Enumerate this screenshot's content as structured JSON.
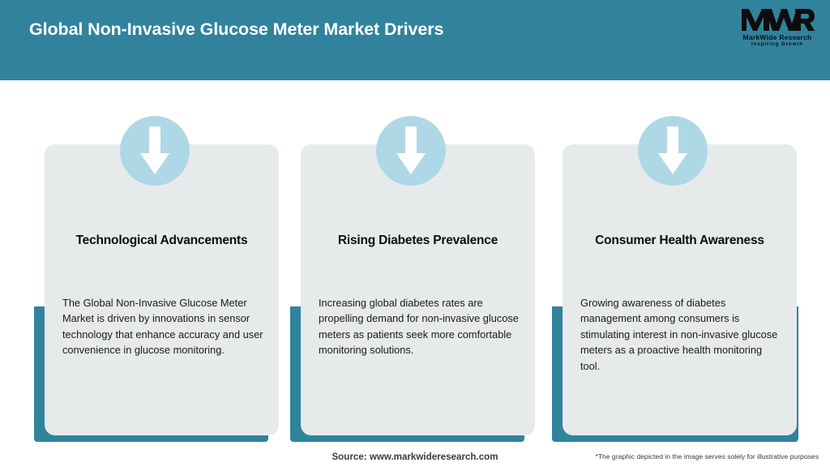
{
  "header": {
    "title": "Global Non-Invasive Glucose Meter Market Drivers",
    "background_color": "#31839D",
    "title_color": "#FFFFFF"
  },
  "logo": {
    "mark_text": "MWR",
    "name": "MarkWide Research",
    "tagline": "Inspiring Growth"
  },
  "cards": [
    {
      "icon": "down-arrow-icon",
      "title": "Technological Advancements",
      "body": "The Global Non-Invasive Glucose Meter Market is driven by innovations in sensor technology that enhance accuracy and user convenience in glucose monitoring."
    },
    {
      "icon": "down-arrow-icon",
      "title": "Rising Diabetes Prevalence",
      "body": "Increasing global diabetes rates are propelling demand for non-invasive glucose meters as patients seek more comfortable monitoring solutions."
    },
    {
      "icon": "down-arrow-icon",
      "title": "Consumer Health Awareness",
      "body": "Growing awareness of diabetes management among consumers is stimulating interest in non-invasive glucose meters as a proactive health monitoring tool."
    }
  ],
  "footer": {
    "source": "Source: www.markwideresearch.com",
    "disclaimer": "*The graphic depicted in the image serves solely for illustrative purposes"
  },
  "colors": {
    "accent_teal": "#31839D",
    "card_grey": "#E7EAEB",
    "badge_blue": "#AFD8E6",
    "page_background": "#FFFFFF"
  }
}
